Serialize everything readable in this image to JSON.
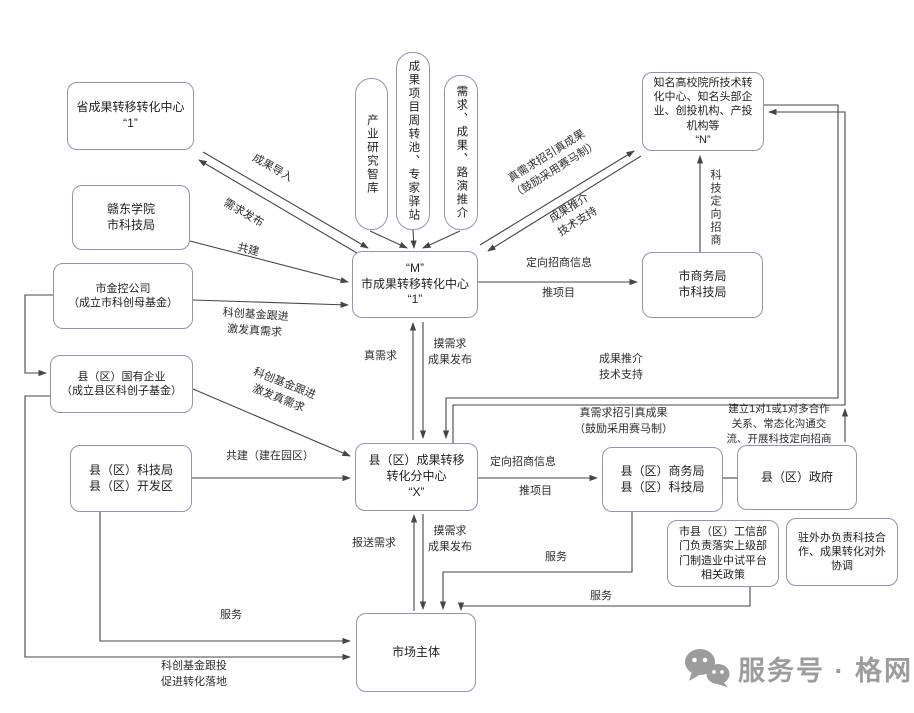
{
  "colors": {
    "box_border": "#8e95b4",
    "line": "#454545",
    "text": "#1f1f1f",
    "watermark": "#9c9c9c"
  },
  "boxes": {
    "provincial_center": "省成果转移转化中心\n“1”",
    "gandong": "赣东学院\n市科技局",
    "jinkong": "市金控公司\n（成立市科创母基金）",
    "county_soe": "县（区）国有企业\n（成立县区科创子基金）",
    "county_tech": "县（区）科技局\n县（区）开发区",
    "industry_think": "产业研究智库",
    "project_pool": "成果项目周转池、专家驿站",
    "demand_roadshow": "需求、成果、路演推介",
    "m_center": "“M”\n市成果转移转化中心\n“1”",
    "n_partners": "知名高校院所技术转\n化中心、知名头部企\n业、创投机构、产投\n机构等\n“N”",
    "city_commerce": "市商务局\n市科技局",
    "x_center": "县（区）成果转移\n转化分中心\n“X”",
    "county_commerce": "县（区）商务局\n县（区）科技局",
    "county_gov": "县（区）政府",
    "gongxin": "市县（区）工信部\n门负责落实上级部\n门制造业中试平台\n相关政策",
    "zhuwaiban": "驻外办负责科技合\n作、成果转化对外\n协调",
    "market": "市场主体"
  },
  "labels": {
    "chengguo_daoru": "成果导入",
    "xuqiu_fabu": "需求发布",
    "gongjian": "共建",
    "kechuang_genjin_m": "科创基金跟进\n激发真需求",
    "zhen_xuqiu_yin_top": "真需求招引真成果\n（鼓励采用赛马制）",
    "chengguo_tuijie_top": "成果推介\n技术支持",
    "keji_dingxiang_zhaoshang": "科技定向招商",
    "dingxiang_info_m": "定向招商信息",
    "tui_xiangmu_m": "推项目",
    "zhen_xuqiu": "真需求",
    "mo_xuqiu_m": "摸需求\n成果发布",
    "chengguo_tuijie_loop": "成果推介\n技术支持",
    "zhen_xuqiu_yin_loop": "真需求招引真成果\n（鼓励采用赛马制）",
    "jianli_hezuo": "建立1对1或1对多合作\n关系、常态化沟通交\n流、开展科技定向招商",
    "kechuang_genjin_x": "科创基金跟进\n激发真需求",
    "gongjian_yuanqu": "共建（建在园区）",
    "dingxiang_info_x": "定向招商信息",
    "tui_xiangmu_x": "推项目",
    "baosong_xuqiu": "报送需求",
    "mo_xuqiu_x": "摸需求\n成果发布",
    "fuwu_1": "服务",
    "fuwu_2": "服务",
    "fuwu_3": "服务",
    "kechuang_toujiu": "科创基金跟投\n促进转化落地"
  },
  "watermark": {
    "text": "服务号 · 格网"
  }
}
